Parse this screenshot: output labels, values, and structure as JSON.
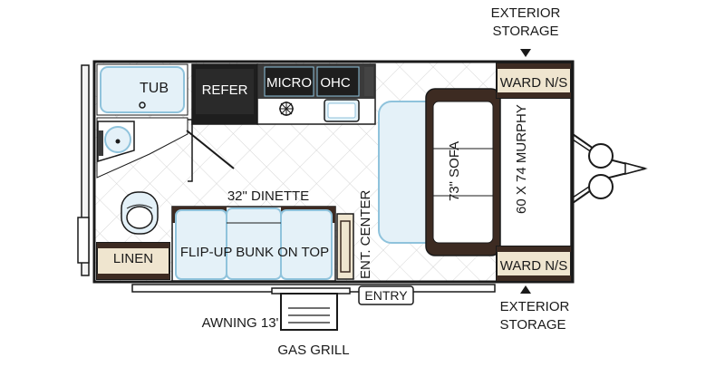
{
  "labels": {
    "tub": "TUB",
    "refer": "REFER",
    "micro": "MICRO",
    "ohc": "OHC",
    "linen": "LINEN",
    "dinette": "32\" DINETTE",
    "bunk": "FLIP-UP BUNK ON TOP",
    "ent_center": "ENT. CENTER",
    "sofa": "73\" SOFA",
    "murphy": "60 X 74 MURPHY",
    "ward_top": "WARD N/S",
    "ward_bottom": "WARD N/S",
    "entry": "ENTRY",
    "awning": "AWNING 13'",
    "gas_grill": "GAS GRILL",
    "ext_top_1": "EXTERIOR",
    "ext_top_2": "STORAGE",
    "ext_bottom_1": "EXTERIOR",
    "ext_bottom_2": "STORAGE"
  },
  "colors": {
    "outline": "#1a1a1a",
    "fixture_blue": "#e4f1f8",
    "fixture_edge": "#8fc3dc",
    "dark_brown": "#3d2b22",
    "tan": "#efe5cf",
    "appliance_dark": "#1e1e1e",
    "floor_tile": "#dcdcdc"
  }
}
